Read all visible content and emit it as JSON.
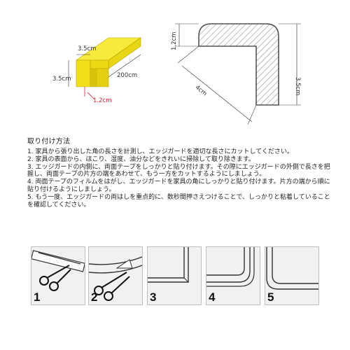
{
  "product_diagram": {
    "dim_width": "3.5cm",
    "dim_height": "3.5cm",
    "dim_length": "200cm",
    "dim_thickness": "1.2cm"
  },
  "profile_diagram": {
    "dim_thickness": "1.2cm",
    "dim_height": "3.5cm",
    "dim_width": "4cm"
  },
  "instructions": {
    "heading": "取り付け方法",
    "lines": [
      "1. 家具から張り出した角の長さを計測し、エッジガードを適切な長さにカットしてください。",
      "2. 家具の表面から、ほこり、湿度、油分などをきれいに掃除して取り除きます。",
      "3. エッジガードの内側に、両面テープをしっかりと貼り付けます。その際にエッジガードの外側で長さを把握し、両面テープの片方の端をあわせて、もう一方をカットするようにしましょう。",
      "4. 両面テープのフィルムをはがし、エッジガードを家具の角にしっかりと貼り付けます。片方の端から順に貼り付けるようにしましょう。",
      "5. もう一度、エッジガードの両はしを重点的に、数秒間押さえつけることで、しっかりと粘着していることを確認してください。"
    ]
  },
  "steps": [
    "1",
    "2",
    "3",
    "4",
    "5"
  ],
  "colors": {
    "product_yellow": "#f2e21a",
    "dimension_red": "#dd2233",
    "hatch_gray": "#9a9a9a"
  }
}
